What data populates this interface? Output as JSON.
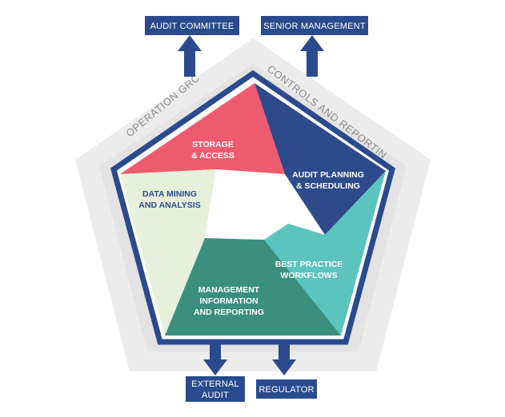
{
  "top_boxes": {
    "audit_committee": "AUDIT COMMITTEE",
    "senior_management": "SENIOR MANAGEMENT"
  },
  "bottom_boxes": {
    "external_audit": [
      "EXTERNAL",
      "AUDIT"
    ],
    "regulator": "REGULATOR"
  },
  "ring_labels": {
    "left": "OPERATION GRC",
    "right": "CONTROLS AND REPORTING"
  },
  "segments": {
    "storage": [
      "STORAGE",
      "& ACCESS"
    ],
    "audit_planning": [
      "AUDIT PLANNING",
      "& SCHEDULING"
    ],
    "best_practice": [
      "BEST PRACTICE",
      "WORKFLOWS"
    ],
    "management_info": [
      "MANAGEMENT",
      "INFORMATION",
      "AND REPORTING"
    ],
    "data_mining": [
      "DATA MINING",
      "AND ANALYSIS"
    ]
  },
  "colors": {
    "navy": "#2b4a8e",
    "storage": "#ef5b6e",
    "audit_planning": "#2d4a8a",
    "best_practice": "#5bc4bf",
    "management_info": "#3b8f7e",
    "data_mining": "#e6f0dc",
    "outer_ring": "#ececec",
    "inner_ring": "#dcdcdc"
  }
}
